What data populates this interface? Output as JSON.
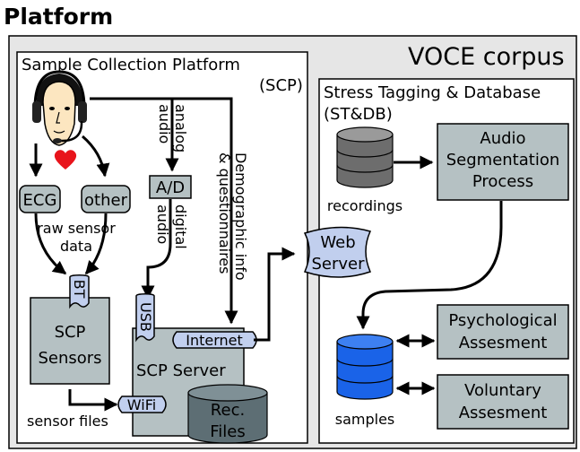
{
  "header": {
    "title": "Platform"
  },
  "outer": {
    "title": "VOCE corpus"
  },
  "scp": {
    "title": "Sample Collection Platform",
    "abbr": "(SCP)",
    "sensors": [
      "ECG",
      "other"
    ],
    "raw_label": [
      "raw sensor",
      "data"
    ],
    "analog_label": [
      "analog",
      "audio"
    ],
    "ad_label": "A/D",
    "digital_label": [
      "digital",
      "audio"
    ],
    "demo_label": [
      "Demographic info",
      "& questionnaires"
    ],
    "sensors_box": [
      "SCP",
      "Sensors"
    ],
    "bt": "BT",
    "usb": "USB",
    "internet": "Internet",
    "server_label": "SCP Server",
    "wifi": "WiFi",
    "sensor_files": "sensor files",
    "rec_files": [
      "Rec.",
      "Files"
    ]
  },
  "web_server": [
    "Web",
    "Server"
  ],
  "stdb": {
    "title": "Stress Tagging & Database",
    "abbr": "(ST&DB)",
    "recordings": "recordings",
    "segmentation": [
      "Audio",
      "Segmentation",
      "Process"
    ],
    "samples": "samples",
    "psych": [
      "Psychological",
      "Assesment"
    ],
    "voluntary": [
      "Voluntary",
      "Assesment"
    ]
  },
  "colors": {
    "panel_bg": "#e6e6e6",
    "slate": "#b5c1c3",
    "blue_light": "#c1cfee",
    "blue_db": "#1a63e8",
    "dark_db": "#6d6d6d",
    "rec_cyl": "#5d6e74",
    "heart": "#e8141b"
  }
}
